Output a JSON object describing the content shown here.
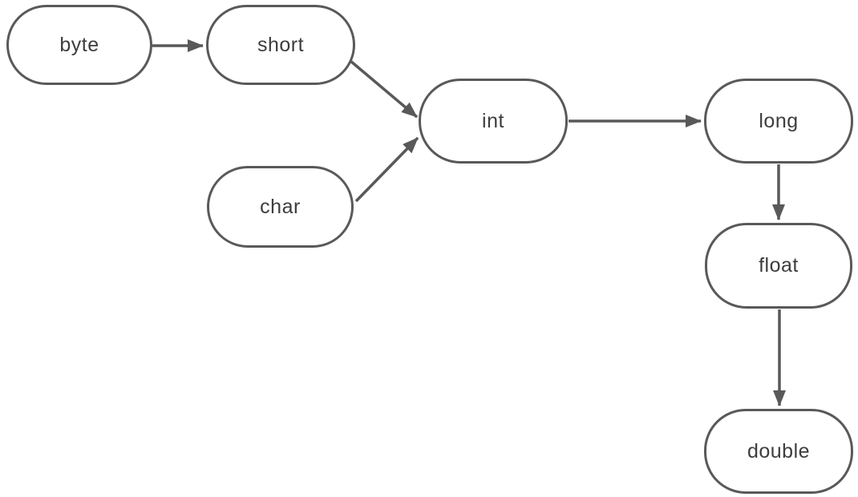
{
  "diagram": {
    "kind": "flowchart",
    "background": "#ffffff",
    "node_border_color": "#595959",
    "arrow_color": "#595959",
    "label_color": "#3d3d3d",
    "nodes": [
      {
        "id": "byte",
        "label": "byte"
      },
      {
        "id": "short",
        "label": "short"
      },
      {
        "id": "char",
        "label": "char"
      },
      {
        "id": "int",
        "label": "int"
      },
      {
        "id": "long",
        "label": "long"
      },
      {
        "id": "float",
        "label": "float"
      },
      {
        "id": "double",
        "label": "double"
      }
    ],
    "edges": [
      {
        "from": "byte",
        "to": "short"
      },
      {
        "from": "short",
        "to": "int"
      },
      {
        "from": "char",
        "to": "int"
      },
      {
        "from": "int",
        "to": "long"
      },
      {
        "from": "long",
        "to": "float"
      },
      {
        "from": "float",
        "to": "double"
      }
    ]
  }
}
